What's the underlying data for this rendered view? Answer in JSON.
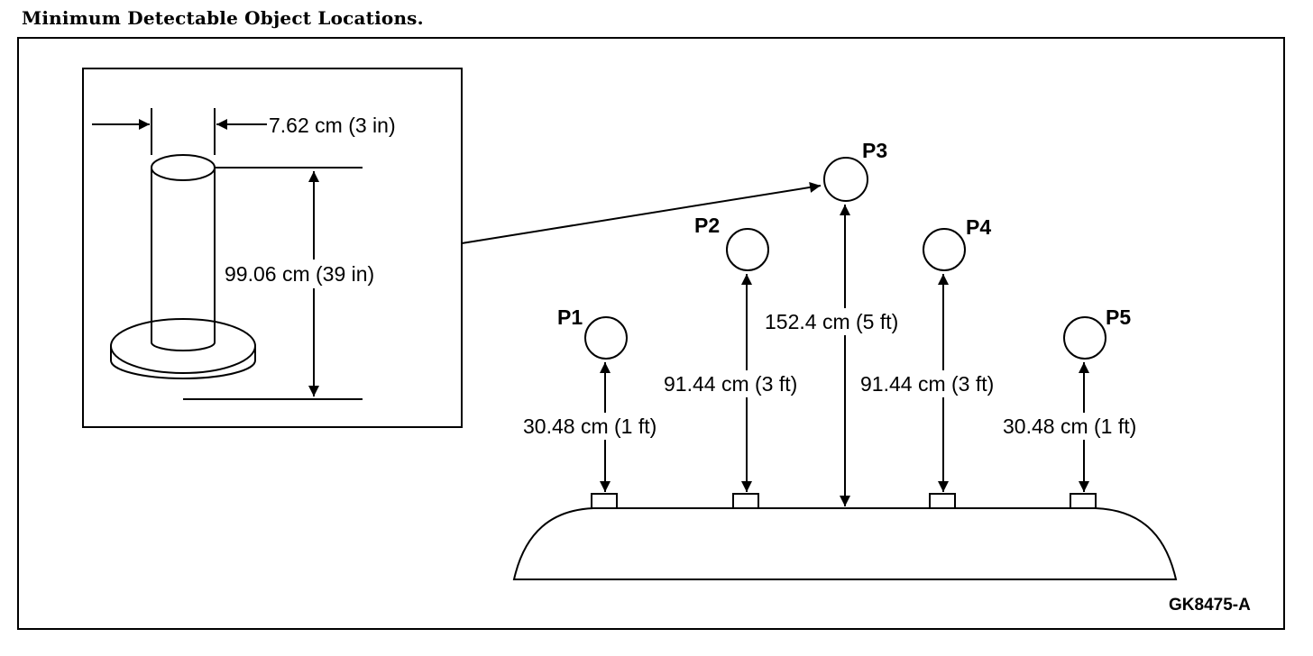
{
  "title": "Minimum Detectable Object Locations.",
  "figure_code": "GK8475-A",
  "inset": {
    "diameter_label": "7.62 cm (3 in)",
    "height_label": "99.06 cm (39 in)"
  },
  "points": [
    {
      "id": "P1",
      "label": "P1",
      "distance_label": "30.48 cm (1 ft)"
    },
    {
      "id": "P2",
      "label": "P2",
      "distance_label": "91.44 cm (3 ft)"
    },
    {
      "id": "P3",
      "label": "P3",
      "distance_label": "152.4 cm (5 ft)"
    },
    {
      "id": "P4",
      "label": "P4",
      "distance_label": "91.44 cm (3 ft)"
    },
    {
      "id": "P5",
      "label": "P5",
      "distance_label": "30.48 cm (1 ft)"
    }
  ]
}
